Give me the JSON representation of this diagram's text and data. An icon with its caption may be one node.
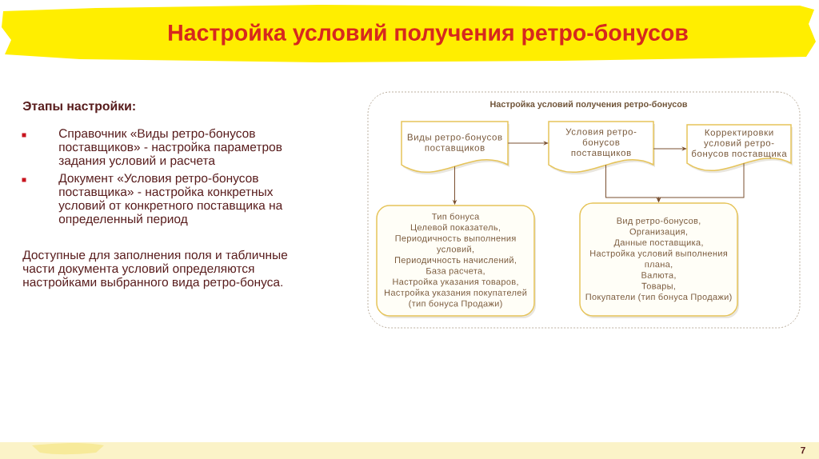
{
  "diagram": {
    "title": "Настройка условий получения ретро-бонусов",
    "nodes": [
      {
        "text": [
          "Настройка условий получения ретро-бонусов"
        ]
      },
      {
        "text": [
          "Виды ретро-бонусов поставщиков"
        ],
        "in": 0
      },
      {
        "text": [
          "Условия ретро-бонусов поставщиков"
        ],
        "in": 0
      },
      {
        "text": [
          "Корректировки условий ретро-бонусов поставщика"
        ],
        "in": 0
      },
      {
        "text": [
          "Тип бонуса",
          "Целевой показатель,",
          "Периодичность выполнения условий,",
          "Периодичность начислений,",
          "База расчета,",
          "Настройка указания товаров,",
          "Настройка указания покупателей (тип бонуса Продажи)"
        ],
        "in": 0
      },
      {
        "text": [
          "Вид ретро-бонусов,",
          "Организация,",
          "Данные поставщика,",
          "Настройка условий выполнения плана,",
          "Валюта,",
          "Товары,",
          "Покупатели (тип бонуса Продажи)"
        ],
        "in": 0
      }
    ],
    "edges": [
      {
        "from": 1,
        "to": 2,
        "arrow": "to"
      },
      {
        "from": 2,
        "to": 3,
        "arrow": "to"
      },
      {
        "from": 1,
        "to": 4,
        "arrow": "to"
      },
      {
        "from": 2,
        "to": 5,
        "arrow": "to"
      },
      {
        "from": 3,
        "to": 5,
        "arrow": "to"
      }
    ],
    "labels": [
      "Этапы настройки:",
      "Справочник «Виды ретро-бонусов поставщиков» - настройка параметров задания условий и расчета",
      "Документ «Условия ретро-бонусов поставщика» - настройка конкретных условий от конкретного поставщика на определенный период",
      "Доступные для заполнения поля и табличные части документа условий определяются настройками выбранного вида ретро-бонуса.",
      "7"
    ]
  }
}
